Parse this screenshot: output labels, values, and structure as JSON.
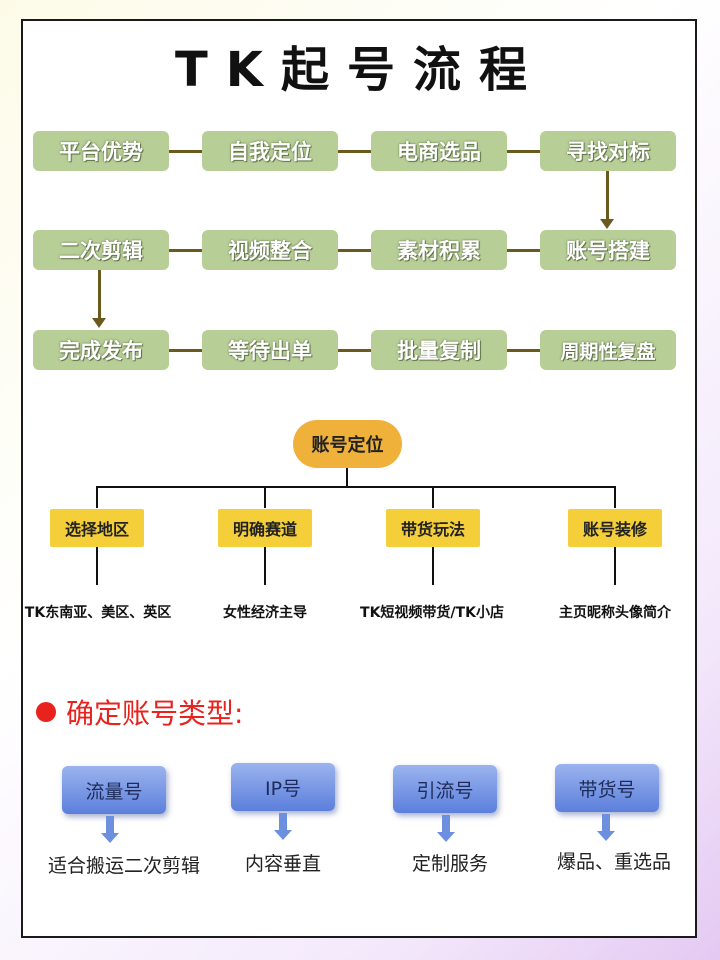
{
  "title": "TK起号流程",
  "flow_rows": [
    [
      "平台优势",
      "自我定位",
      "电商选品",
      "寻找对标"
    ],
    [
      "二次剪辑",
      "视频整合",
      "素材积累",
      "账号搭建"
    ],
    [
      "完成发布",
      "等待出单",
      "批量复制",
      "周期性复盘"
    ]
  ],
  "tree": {
    "root": "账号定位",
    "branches": [
      {
        "label": "选择地区",
        "detail": "TK东南亚、美区、英区"
      },
      {
        "label": "明确赛道",
        "detail": "女性经济主导"
      },
      {
        "label": "带货玩法",
        "detail": "TK短视频带货/TK小店"
      },
      {
        "label": "账号装修",
        "detail": "主页昵称头像简介"
      }
    ]
  },
  "types_section": {
    "heading": "确定账号类型:",
    "types": [
      {
        "label": "流量号",
        "desc": "适合搬运二次剪辑"
      },
      {
        "label": "IP号",
        "desc": "内容垂直"
      },
      {
        "label": "引流号",
        "desc": "定制服务"
      },
      {
        "label": "带货号",
        "desc": "爆品、重选品"
      }
    ]
  },
  "colors": {
    "flow_box": "#b7cf96",
    "flow_line": "#6b5a1e",
    "root_pill": "#f0b13b",
    "branch_box": "#f5cf3a",
    "heading_red": "#e8231e",
    "type_box": "#5b7fdc"
  }
}
